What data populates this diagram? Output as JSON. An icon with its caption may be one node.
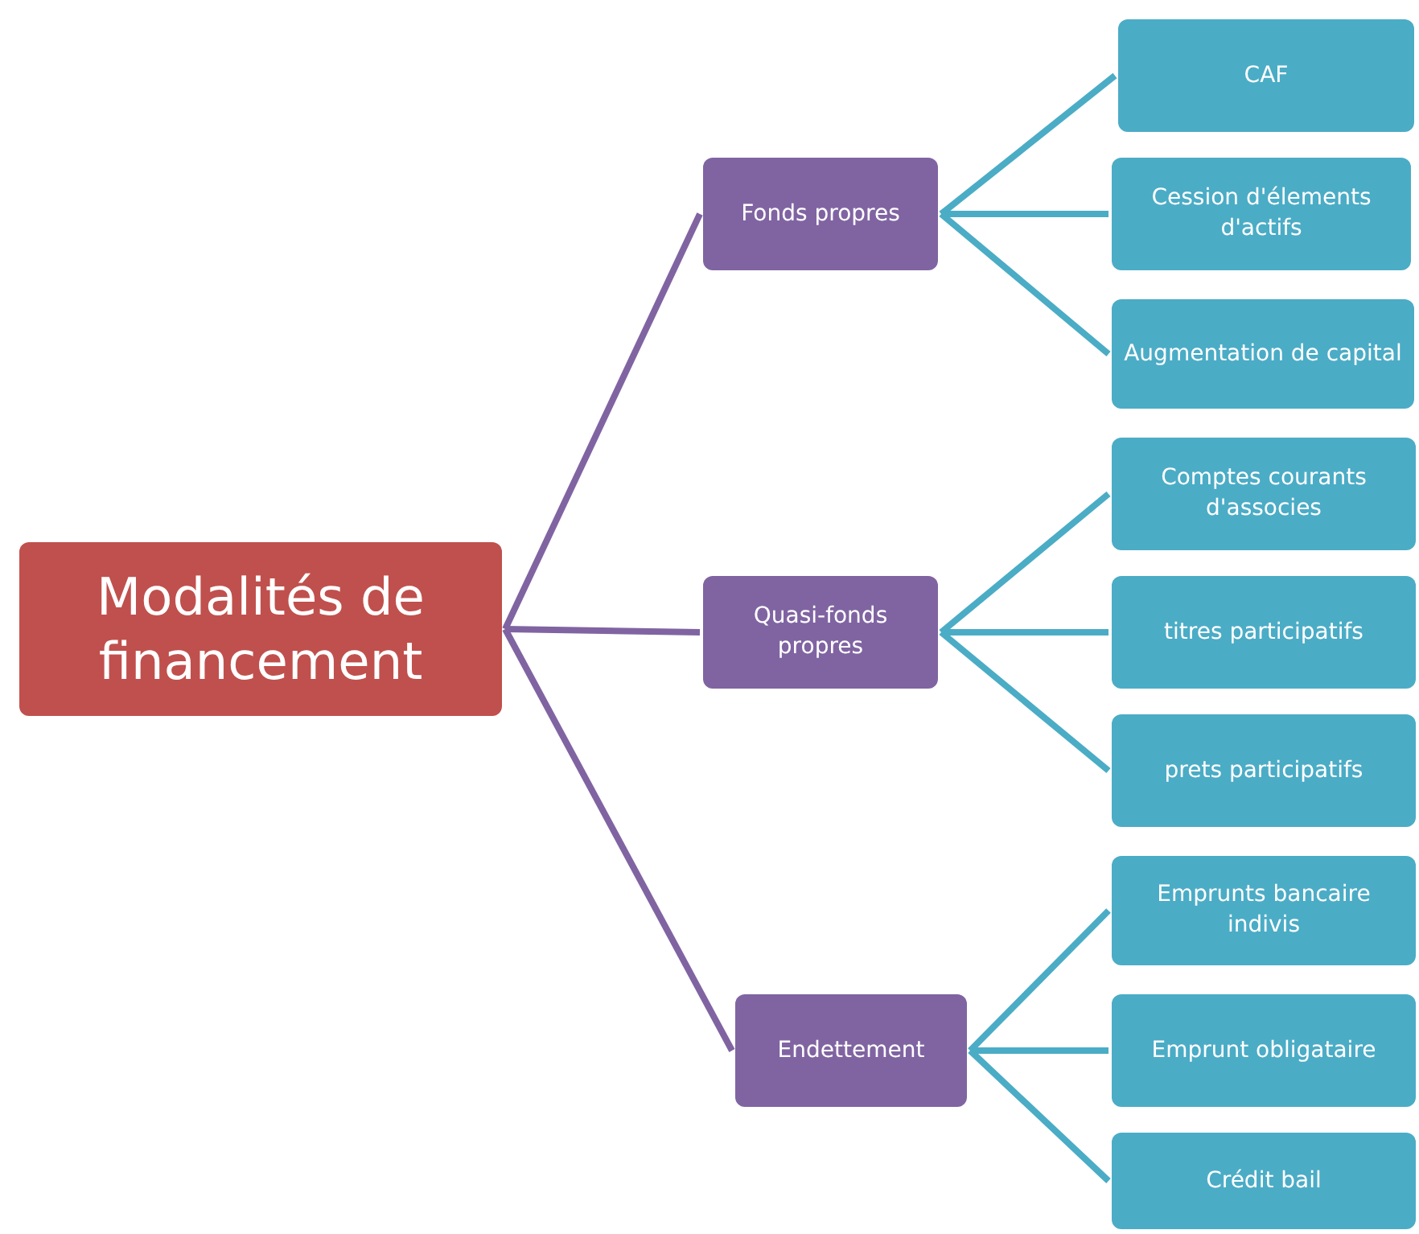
{
  "diagram": {
    "nodes": [
      {
        "text": [
          "Modalités de financement"
        ]
      },
      {
        "text": [
          "Fonds propres"
        ]
      },
      {
        "text": [
          "CAF"
        ]
      },
      {
        "text": [
          "Cession d'élements d'actifs"
        ]
      },
      {
        "text": [
          "Augmentation de capital"
        ]
      },
      {
        "text": [
          "Quasi-fonds propres"
        ]
      },
      {
        "text": [
          "Comptes courants d'associes"
        ]
      },
      {
        "text": [
          "titres participatifs"
        ]
      },
      {
        "text": [
          "prets participatifs"
        ]
      },
      {
        "text": [
          "Endettement"
        ]
      },
      {
        "text": [
          "Emprunts bancaire indivis"
        ]
      },
      {
        "text": [
          "Emprunt obligataire"
        ]
      },
      {
        "text": [
          "Crédit bail"
        ]
      }
    ],
    "edges": [
      {
        "from": 0,
        "to": 1,
        "arrow": "none",
        "color": "#8064a2"
      },
      {
        "from": 0,
        "to": 5,
        "arrow": "none",
        "color": "#8064a2"
      },
      {
        "from": 0,
        "to": 9,
        "arrow": "none",
        "color": "#8064a2"
      },
      {
        "from": 1,
        "to": 2,
        "arrow": "none"
      },
      {
        "from": 1,
        "to": 3,
        "arrow": "none"
      },
      {
        "from": 1,
        "to": 4,
        "arrow": "none"
      },
      {
        "from": 5,
        "to": 6,
        "arrow": "none"
      },
      {
        "from": 5,
        "to": 7,
        "arrow": "none"
      },
      {
        "from": 5,
        "to": 8,
        "arrow": "none"
      },
      {
        "from": 9,
        "to": 10,
        "arrow": "none"
      },
      {
        "from": 9,
        "to": 11,
        "arrow": "none"
      },
      {
        "from": 9,
        "to": 12,
        "arrow": "none"
      }
    ]
  }
}
